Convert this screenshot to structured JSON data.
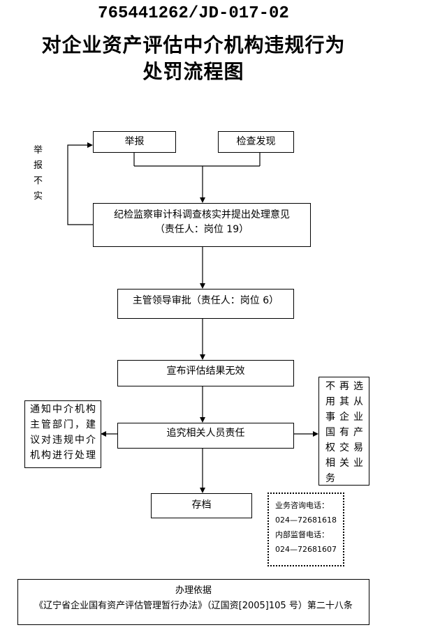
{
  "header": {
    "doc_code": "765441262/JD-017-02",
    "title_line1": "对企业资产评估中介机构违规行为",
    "title_line2": "处罚流程图"
  },
  "flow": {
    "report": "举报",
    "inspection": "检查发现",
    "false_report": "举报不实",
    "investigation": {
      "line1": "纪检监察审计科调查核实并提出处理意见",
      "line2": "（责任人：岗位 19）"
    },
    "approval": "主管领导审批（责任人：岗位 6）",
    "announce": "宣布评估结果无效",
    "accountability": "追究相关人员责任",
    "notify_lines": [
      "通知中介机构",
      "主管部门，建",
      "议对违规中介",
      "机构进行处理"
    ],
    "ban_lines": [
      "不再选",
      "用其从",
      "事企业",
      "国有产",
      "权交易",
      "相关业",
      "务"
    ],
    "archive": "存档"
  },
  "contact": {
    "business_label": "业务咨询电话：",
    "business_phone": "024—72681618",
    "supervision_label": "内部监督电话：",
    "supervision_phone": "024—72681607"
  },
  "basis": {
    "heading": "办理依据",
    "text": "《辽宁省企业国有资产评估管理暂行办法》（辽国资[2005]105 号）第二十八条"
  }
}
